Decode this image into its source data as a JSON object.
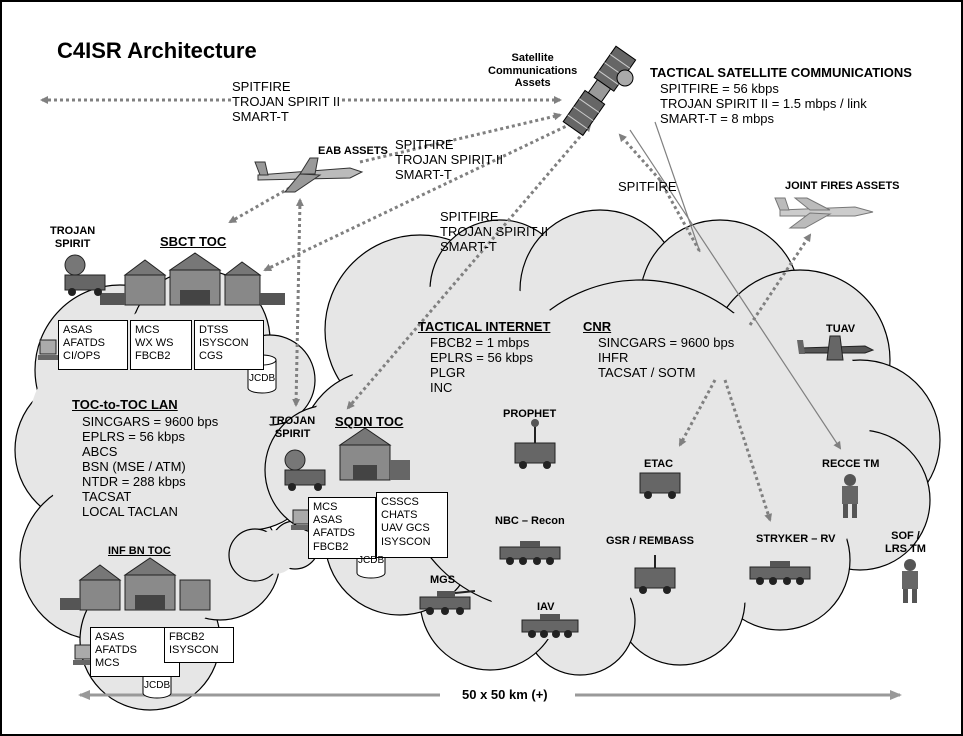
{
  "title": "C4ISR Architecture",
  "satellite": {
    "label": [
      "Satellite",
      "Communications",
      "Assets"
    ],
    "heading": "TACTICAL SATELLITE COMMUNICATIONS",
    "rates": [
      "SPITFIRE = 56 kbps",
      "TROJAN SPIRIT II  = 1.5 mbps / link",
      "SMART-T = 8 mbps"
    ]
  },
  "link_left": [
    "SPITFIRE",
    "TROJAN SPIRIT II",
    "SMART-T"
  ],
  "link_mid": [
    "SPITFIRE",
    "TROJAN SPIRIT II",
    "SMART-T"
  ],
  "link_center": [
    "SPITFIRE",
    "TROJAN SPIRIT II",
    "SMART-T"
  ],
  "link_spitfire": "SPITFIRE",
  "eab_assets": "EAB ASSETS",
  "joint_fires": "JOINT FIRES ASSETS",
  "trojan_spirit_top": [
    "TROJAN",
    "SPIRIT"
  ],
  "sbct_toc": {
    "title": "SBCT TOC",
    "box1": [
      "ASAS",
      "AFATDS",
      "CI/OPS"
    ],
    "box2": [
      "MCS",
      "WX WS",
      "FBCB2"
    ],
    "box3": [
      "DTSS",
      "ISYSCON",
      "CGS"
    ],
    "db": "JCDB"
  },
  "toc_lan": {
    "title": "TOC-to-TOC LAN",
    "items": [
      "SINCGARS = 9600 bps",
      "EPLRS = 56 kbps",
      "ABCS",
      "BSN (MSE / ATM)",
      "NTDR = 288 kbps",
      "TACSAT",
      "LOCAL TACLAN"
    ]
  },
  "inf_bn_toc": {
    "title": "INF BN TOC",
    "box1": [
      "ASAS",
      "AFATDS",
      "MCS"
    ],
    "box2": [
      "FBCB2",
      "ISYSCON"
    ],
    "db": "JCDB"
  },
  "trojan_spirit_mid": [
    "TROJAN",
    "SPIRIT"
  ],
  "sqdn_toc": {
    "title": "SQDN TOC",
    "box1": [
      "MCS",
      "ASAS",
      "AFATDS",
      "FBCB2"
    ],
    "box2": [
      "CSSCS",
      "CHATS",
      "UAV GCS",
      "ISYSCON"
    ],
    "db": "JCDB"
  },
  "tactical_internet": {
    "title": "TACTICAL INTERNET",
    "items": [
      "FBCB2 = 1 mbps",
      "EPLRS = 56 kbps",
      "PLGR",
      "INC"
    ]
  },
  "cnr": {
    "title": "CNR",
    "items": [
      "SINCGARS = 9600 bps",
      "IHFR",
      "TACSAT / SOTM"
    ]
  },
  "units": {
    "prophet": "PROPHET",
    "nbc": "NBC – Recon",
    "mgs": "MGS",
    "iav": "IAV",
    "etac": "ETAC",
    "gsr": "GSR / REMBASS",
    "stryker": "STRYKER – RV",
    "tuav": "TUAV",
    "recce": "RECCE TM",
    "sof": [
      "SOF /",
      "LRS TM"
    ]
  },
  "scale": "50 x 50 km (+)",
  "colors": {
    "cloud_fill": "#e6e6e6",
    "cloud_stroke": "#000000",
    "link_color": "#808080",
    "vehicle_dark": "#555555",
    "tent": "#8a8a8a"
  },
  "icons": [
    "satellite-icon",
    "aircraft-icon",
    "fighter-jet-icon",
    "uav-icon",
    "tent-icon",
    "truck-icon",
    "armored-vehicle-icon",
    "computer-icon",
    "database-icon",
    "soldier-icon",
    "satellite-dish-icon"
  ]
}
